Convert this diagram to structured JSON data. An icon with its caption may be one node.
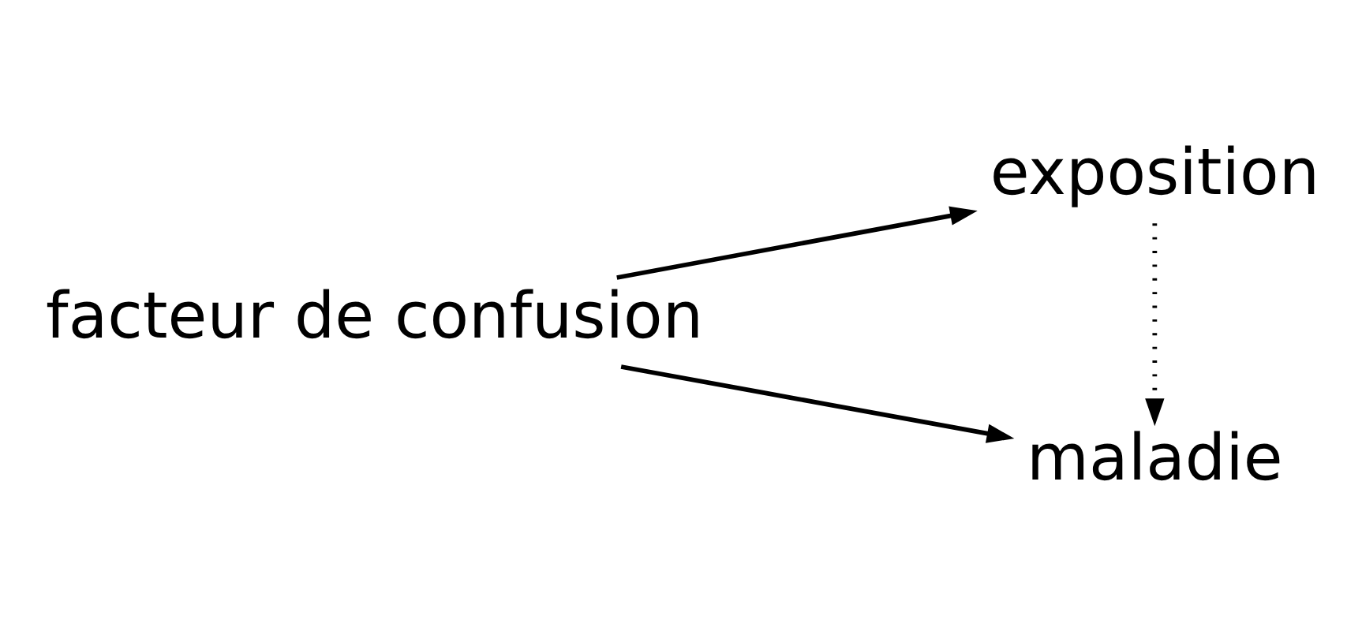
{
  "diagram": {
    "nodes": [
      {
        "text": [
          "facteur de confusion"
        ]
      },
      {
        "text": [
          "exposition"
        ]
      },
      {
        "text": [
          "maladie"
        ]
      }
    ],
    "edges": [
      {
        "from": 0,
        "to": 1,
        "arrow": "to"
      },
      {
        "from": 0,
        "to": 2,
        "arrow": "to"
      },
      {
        "from": 1,
        "to": 2,
        "arrow": "to",
        "style": "dashed"
      }
    ]
  }
}
